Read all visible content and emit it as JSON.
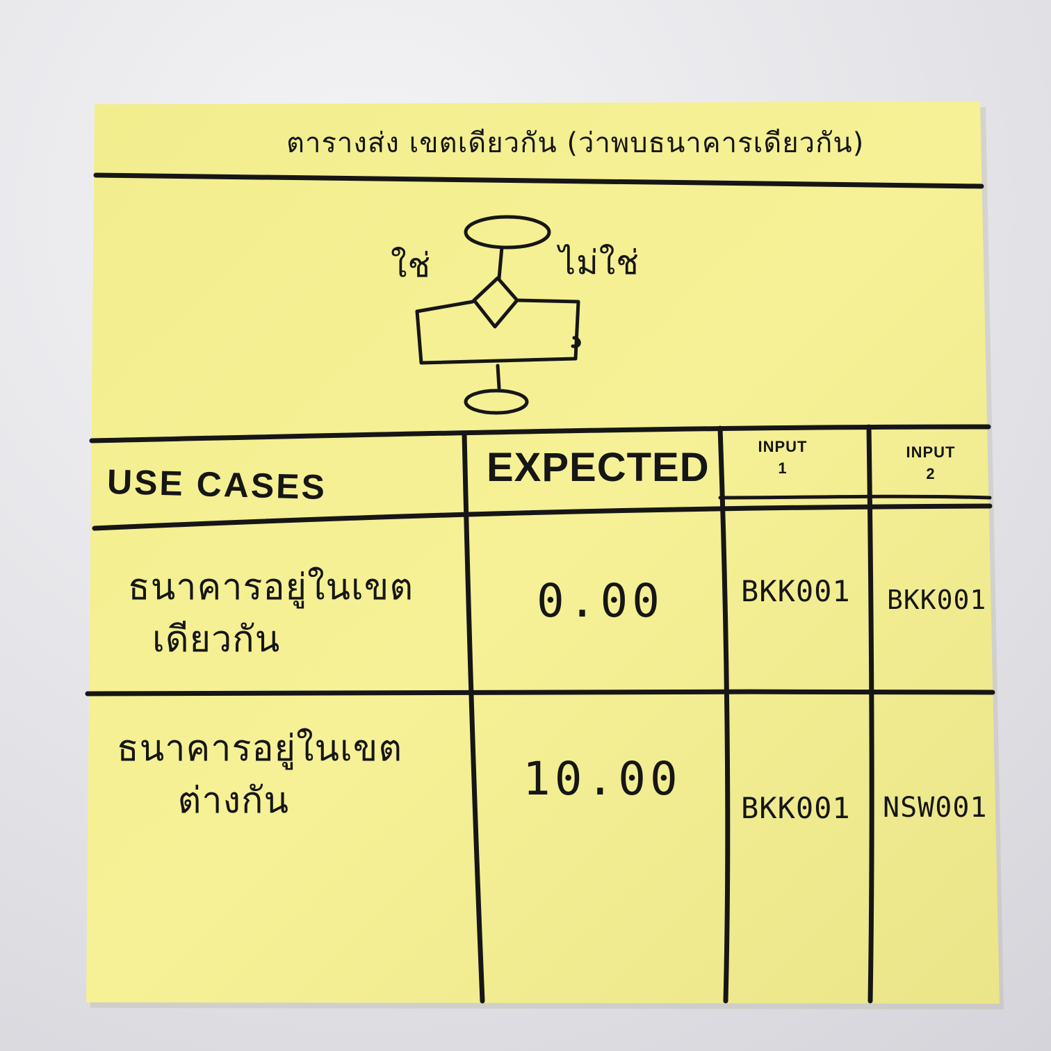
{
  "note": {
    "title": "ตารางส่ง เขตเดียวกัน (ว่าพบธนาคารเดียวกัน)",
    "flowchart": {
      "yes_label": "ใช่",
      "no_label": "ไม่ใช่"
    },
    "table": {
      "headers": {
        "use_cases": "USE CASES",
        "expected": "EXPECTED",
        "input_1": "INPUT\n1",
        "input_2": "INPUT\n2"
      },
      "rows": [
        {
          "use_case": "ธนาคารอยู่ในเขต\n  เดียวกัน",
          "expected": "0.00",
          "input_1": "BKK001",
          "input_2": "BKK001"
        },
        {
          "use_case": "ธนาคารอยู่ในเขต\n     ต่างกัน",
          "expected": "10.00",
          "input_1": "BKK001",
          "input_2": "NSW001"
        }
      ]
    }
  },
  "colors": {
    "paper": "#f4ef92",
    "ink": "#161616",
    "background": "#e2e2e6"
  }
}
